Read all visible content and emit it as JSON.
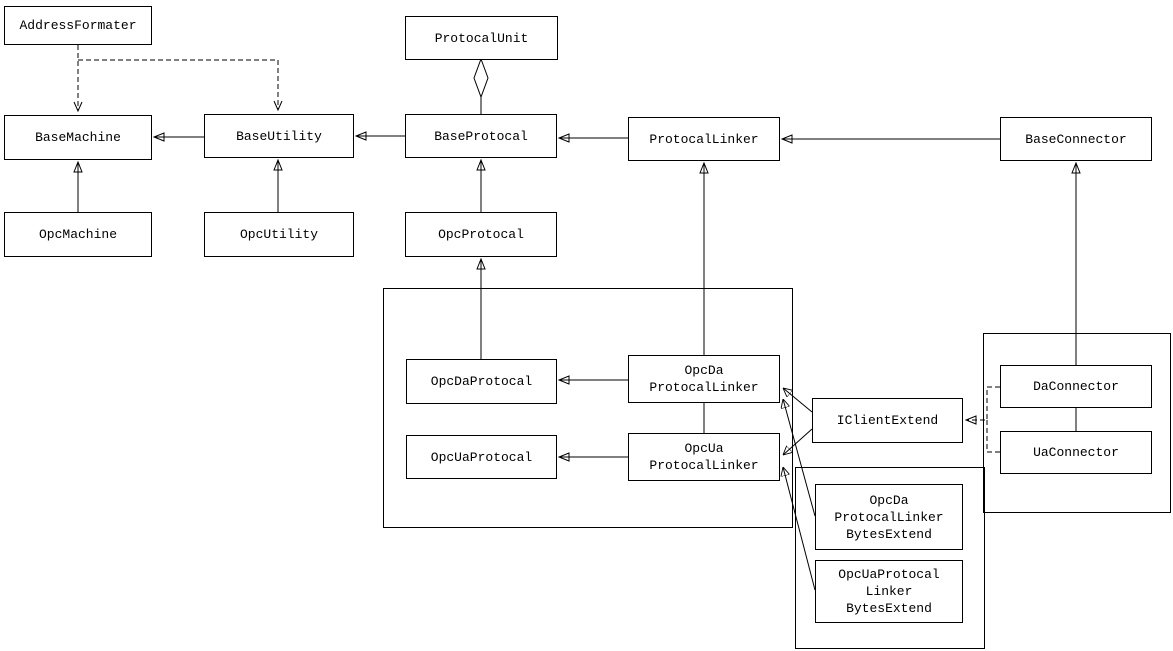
{
  "diagram": {
    "type": "uml-class-diagram",
    "classes": {
      "address_formater": {
        "lines": [
          "AddressFormater"
        ]
      },
      "protocal_unit": {
        "lines": [
          "ProtocalUnit"
        ]
      },
      "base_machine": {
        "lines": [
          "BaseMachine"
        ]
      },
      "base_utility": {
        "lines": [
          "BaseUtility"
        ]
      },
      "base_protocal": {
        "lines": [
          "BaseProtocal"
        ]
      },
      "protocal_linker": {
        "lines": [
          "ProtocalLinker"
        ]
      },
      "base_connector": {
        "lines": [
          "BaseConnector"
        ]
      },
      "opc_machine": {
        "lines": [
          "OpcMachine"
        ]
      },
      "opc_utility": {
        "lines": [
          "OpcUtility"
        ]
      },
      "opc_protocal": {
        "lines": [
          "OpcProtocal"
        ]
      },
      "opc_da_protocal": {
        "lines": [
          "OpcDaProtocal"
        ]
      },
      "opc_da_protocal_linker": {
        "lines": [
          "OpcDa",
          "ProtocalLinker"
        ]
      },
      "opc_ua_protocal": {
        "lines": [
          "OpcUaProtocal"
        ]
      },
      "opc_ua_protocal_linker": {
        "lines": [
          "OpcUa",
          "ProtocalLinker"
        ]
      },
      "i_client_extend": {
        "lines": [
          "IClientExtend"
        ]
      },
      "da_connector": {
        "lines": [
          "DaConnector"
        ]
      },
      "ua_connector": {
        "lines": [
          "UaConnector"
        ]
      },
      "opc_da_protocal_linker_bytes_extend": {
        "lines": [
          "OpcDa",
          "ProtocalLinker",
          "BytesExtend"
        ]
      },
      "opc_ua_protocal_linker_bytes_extend": {
        "lines": [
          "OpcUaProtocal",
          "Linker",
          "BytesExtend"
        ]
      }
    },
    "relationships": [
      {
        "from": "AddressFormater",
        "to": "BaseMachine",
        "type": "dashed-dependency"
      },
      {
        "from": "AddressFormater",
        "to": "BaseUtility",
        "type": "dashed-dependency"
      },
      {
        "from": "ProtocalUnit",
        "to": "BaseProtocal",
        "type": "aggregation"
      },
      {
        "from": "BaseUtility",
        "to": "BaseMachine",
        "type": "generalization"
      },
      {
        "from": "BaseProtocal",
        "to": "BaseUtility",
        "type": "generalization"
      },
      {
        "from": "ProtocalLinker",
        "to": "BaseProtocal",
        "type": "generalization"
      },
      {
        "from": "BaseConnector",
        "to": "ProtocalLinker",
        "type": "generalization"
      },
      {
        "from": "OpcMachine",
        "to": "BaseMachine",
        "type": "generalization"
      },
      {
        "from": "OpcUtility",
        "to": "BaseUtility",
        "type": "generalization"
      },
      {
        "from": "OpcProtocal",
        "to": "BaseProtocal",
        "type": "generalization"
      },
      {
        "from": "OpcDaProtocal",
        "to": "OpcProtocal",
        "type": "generalization"
      },
      {
        "from": "OpcDaProtocalLinker",
        "to": "ProtocalLinker",
        "type": "generalization"
      },
      {
        "from": "OpcDaProtocalLinker",
        "to": "OpcDaProtocal",
        "type": "arrow"
      },
      {
        "from": "OpcUaProtocalLinker",
        "to": "OpcUaProtocal",
        "type": "arrow"
      },
      {
        "from": "IClientExtend",
        "to": "OpcDaProtocalLinker",
        "type": "arrow"
      },
      {
        "from": "IClientExtend",
        "to": "OpcUaProtocalLinker",
        "type": "arrow"
      },
      {
        "from": "OpcDaProtocalLinkerBytesExtend",
        "to": "OpcDaProtocalLinker",
        "type": "arrow"
      },
      {
        "from": "OpcUaProtocalLinkerBytesExtend",
        "to": "OpcUaProtocalLinker",
        "type": "arrow"
      },
      {
        "from": "DaConnector",
        "to": "BaseConnector",
        "type": "generalization"
      },
      {
        "from": "DaConnector",
        "to": "IClientExtend",
        "type": "dashed-realization"
      },
      {
        "from": "UaConnector",
        "to": "IClientExtend",
        "type": "dashed-realization"
      }
    ]
  }
}
